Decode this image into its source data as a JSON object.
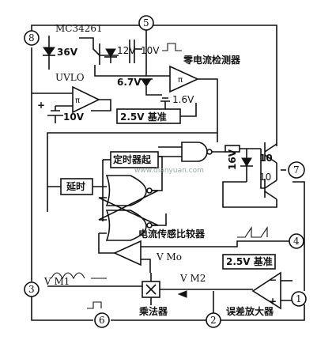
{
  "chip": "MC34261",
  "pins": [
    "8",
    "5",
    "3",
    "7",
    "4",
    "6",
    "2",
    "1"
  ],
  "blocks": {
    "zero_current_detector": "零电流检测器",
    "uvlo": "UVLO",
    "reference": "2.5V 基准",
    "timer": "定时器起",
    "delay": "延时",
    "current_sense_comparator": "电流传感比较器",
    "multiplier": "乘法器",
    "error_amp": "误差放大器",
    "error_ref": "2.5V 基准"
  },
  "voltages": {
    "zener_36": "36V",
    "v12": "12V",
    "v10_top": "10V",
    "v67": "6.7V",
    "v16_small": "1.6V",
    "v10_uvlo": "10V",
    "zener_16": "16V",
    "mosfet_10": "10",
    "mosfet_10b": "10"
  },
  "signals": {
    "vm1": "V M1",
    "vm2": "V M2",
    "vmo": "V Mo",
    "plus": "+",
    "minus": "−"
  },
  "watermark": "www.dianyuan.com"
}
